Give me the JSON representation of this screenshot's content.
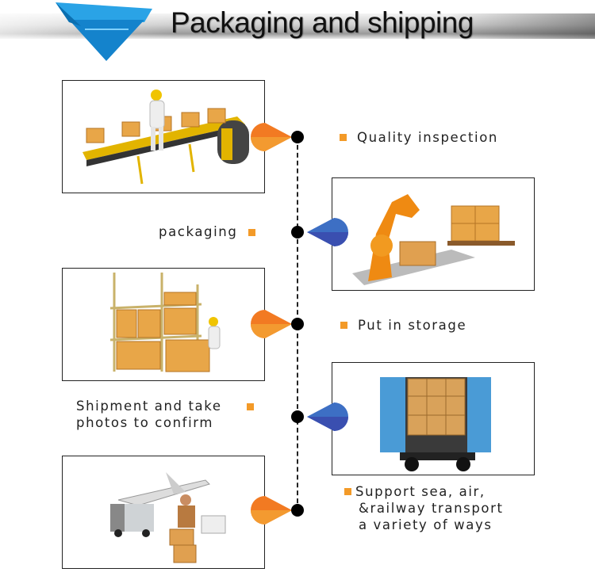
{
  "header": {
    "title": "Packaging and shipping"
  },
  "colors": {
    "accent_orange": "#f39a28",
    "pin_orange": "#f06a22",
    "pin_blue": "#3a5fbf",
    "logo_blue": "#1f8fd6"
  },
  "steps": [
    {
      "label": "Quality inspection",
      "photo": "conveyor-belt-worker-photo",
      "side": "right"
    },
    {
      "label": "packaging",
      "photo": "robot-arm-packaging-photo",
      "side": "left"
    },
    {
      "label": "Put in storage",
      "photo": "warehouse-storage-photo",
      "side": "right"
    },
    {
      "label_lines": [
        "Shipment and take",
        "photos to confirm"
      ],
      "photo": "container-truck-photo",
      "side": "left"
    },
    {
      "label_lines": [
        "Support sea, air,",
        "&railway transport",
        "a variety of ways"
      ],
      "photo": "transport-modes-photo",
      "side": "right"
    }
  ]
}
